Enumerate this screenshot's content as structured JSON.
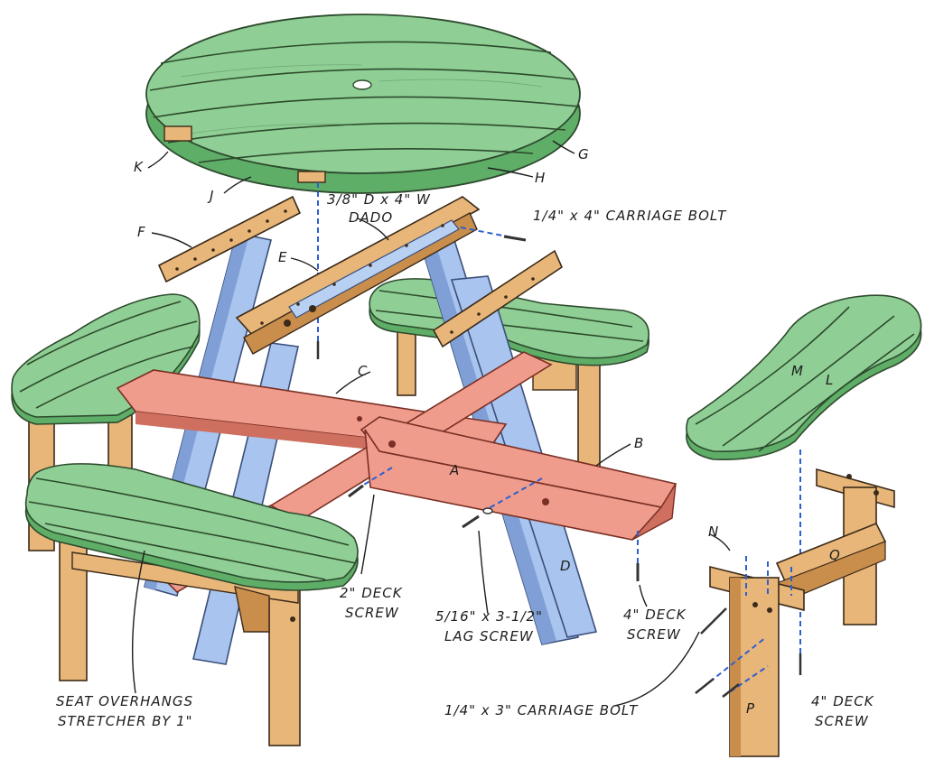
{
  "colors": {
    "seat_top": "#8fcf95",
    "seat_edge": "#5fae68",
    "legs_blue": "#a9c4ee",
    "legs_blue_dark": "#7f9fd6",
    "cross_red": "#ef9c8c",
    "cross_red_dark": "#cf6f5f",
    "wood": "#e8b678",
    "wood_dark": "#c98d4c",
    "dashed_line": "#2e5fd0"
  },
  "parts": {
    "A": "A",
    "B": "B",
    "C": "C",
    "D": "D",
    "E": "E",
    "F": "F",
    "G": "G",
    "H": "H",
    "J": "J",
    "K": "K",
    "L": "L",
    "M": "M",
    "N": "N",
    "P": "P",
    "Q": "Q"
  },
  "callouts": {
    "dado_line1": "3/8\" D x 4\" W",
    "dado_line2": "DADO",
    "carriage_bolt_4": "1/4\" x 4\" CARRIAGE BOLT",
    "deck_screw_2_line1": "2\" DECK",
    "deck_screw_2_line2": "SCREW",
    "lag_screw_line1": "5/16\" x 3-1/2\"",
    "lag_screw_line2": "LAG SCREW",
    "deck_screw_4a_line1": "4\" DECK",
    "deck_screw_4a_line2": "SCREW",
    "carriage_bolt_3": "1/4\" x 3\" CARRIAGE BOLT",
    "deck_screw_4b_line1": "4\" DECK",
    "deck_screw_4b_line2": "SCREW",
    "seat_note_line1": "SEAT OVERHANGS",
    "seat_note_line2": "STRETCHER BY 1\""
  }
}
